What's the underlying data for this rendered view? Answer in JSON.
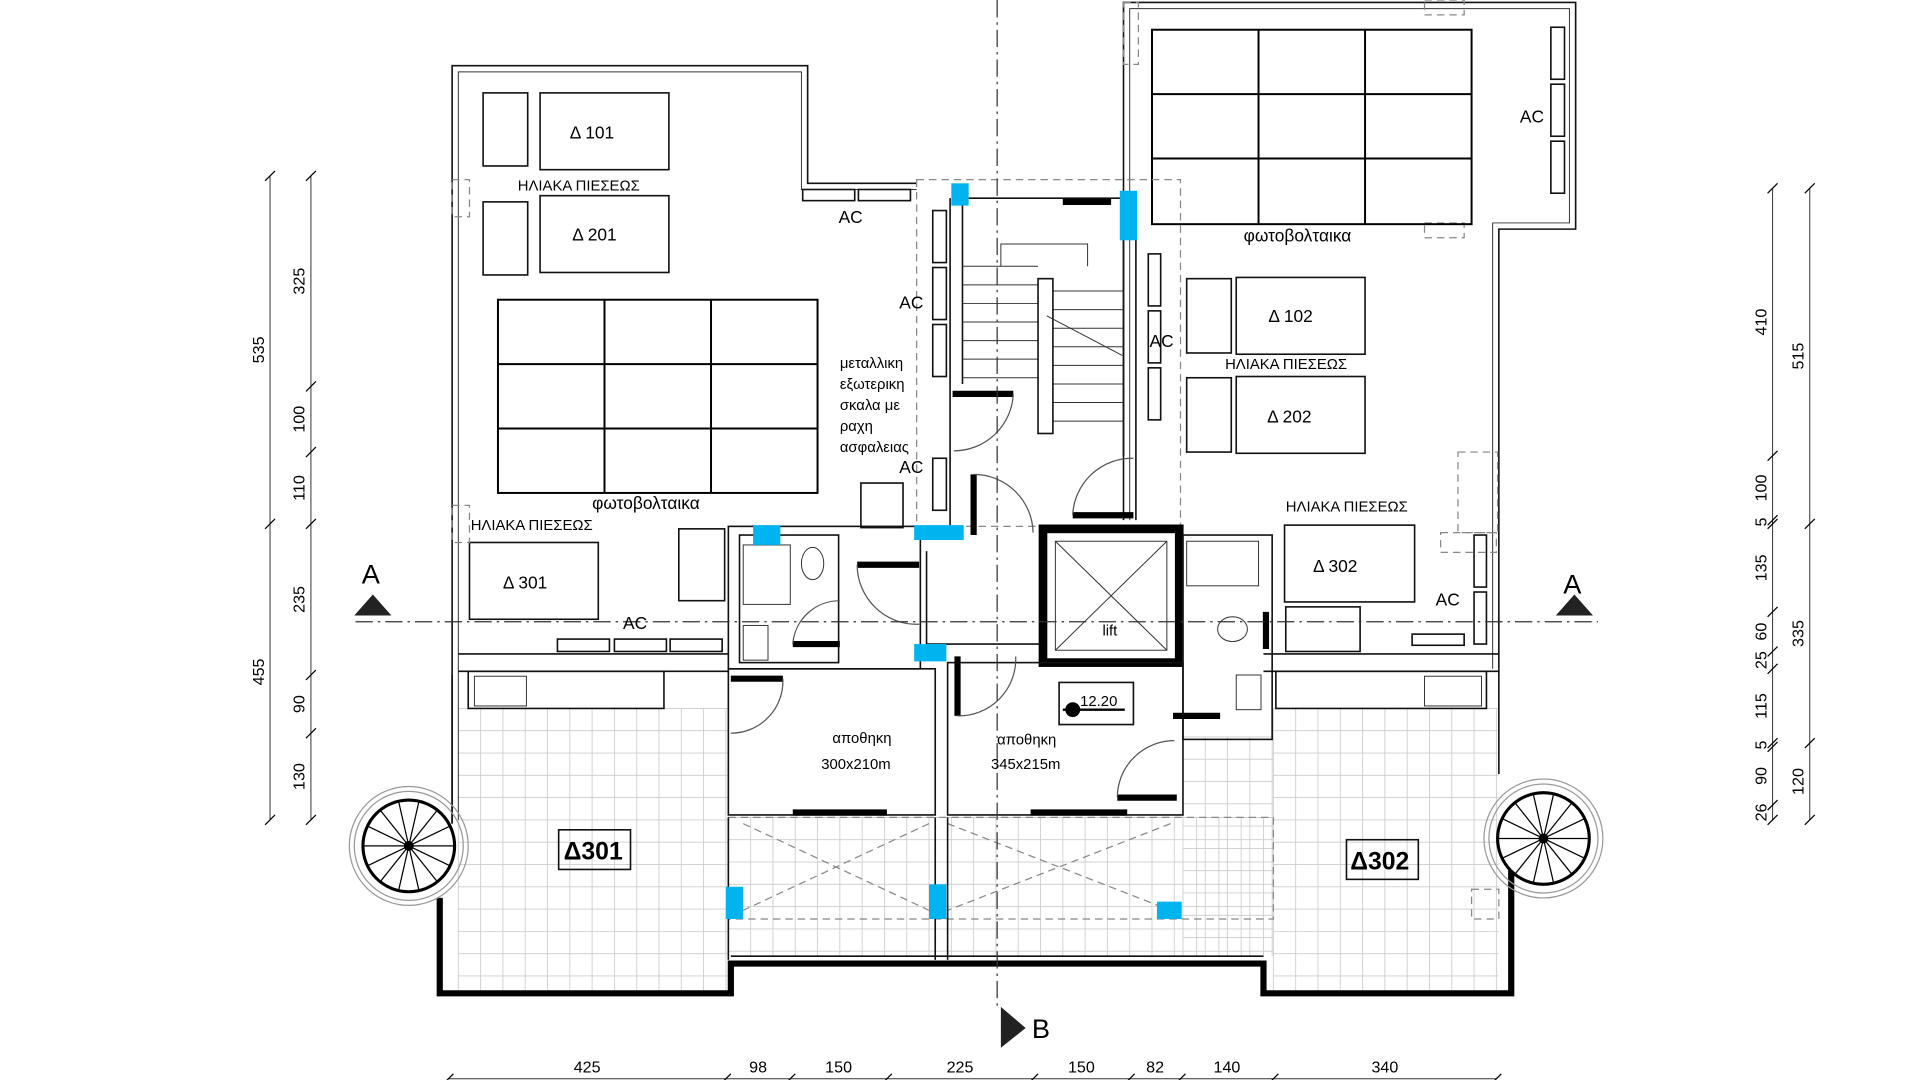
{
  "units": {
    "left": {
      "label_101": "Δ 101",
      "label_201": "Δ 201",
      "label_301": "Δ 301"
    },
    "right": {
      "label_102": "Δ 102",
      "label_202": "Δ 202",
      "label_302": "Δ 302"
    }
  },
  "labels": {
    "solar_heaters": "ΗΛΙΑΚΑ ΠΙΕΣΕΩΣ",
    "photovoltaics": "φωτοβολταικα",
    "ac": "AC",
    "lift": "lift",
    "stair_note": [
      "μεταλλικη",
      "εξωτερικη",
      "σκαλα με",
      "ραχη",
      "ασφαλειας"
    ],
    "storage": "αποθηκη",
    "storage_left_size": "300x210m",
    "storage_right_size": "345x215m",
    "level": "12.20",
    "apt_left": "Δ301",
    "apt_right": "Δ302",
    "section_a": "A",
    "section_b": "B"
  },
  "dimensions": {
    "left_outer": [
      "535",
      "455"
    ],
    "left_inner": [
      "325",
      "100",
      "110",
      "235",
      "90",
      "130"
    ],
    "right_inner": [
      "410",
      "100",
      "5",
      "135",
      "60",
      "25",
      "115",
      "5",
      "90",
      "26"
    ],
    "right_outer": [
      "515",
      "335",
      "120"
    ],
    "bottom": [
      "425",
      "98",
      "150",
      "225",
      "150",
      "82",
      "140",
      "340"
    ]
  }
}
